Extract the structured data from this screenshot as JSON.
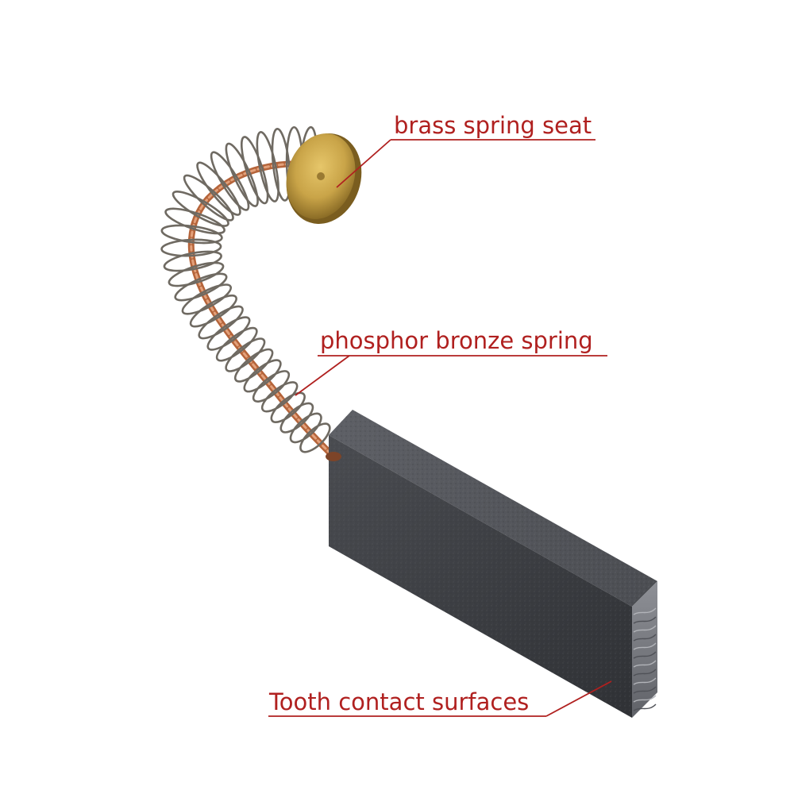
{
  "callouts": {
    "spring_seat": "brass spring seat",
    "spring": "phosphor bronze spring",
    "contact": "Tooth contact surfaces"
  },
  "colors": {
    "label": "#b0201f",
    "leader": "#b0201f",
    "brass": "#c9a448",
    "spring_wire": "#6f6a62",
    "copper_lead": "#b5643a",
    "carbon": "#3d3f44"
  },
  "icons": {
    "seat": "brass-disc",
    "spring": "coil-spring",
    "brush": "carbon-block"
  }
}
